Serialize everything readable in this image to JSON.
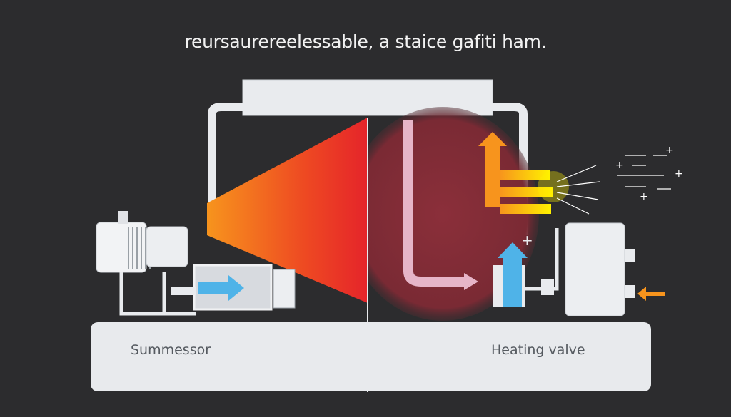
{
  "title": "reursaurereelessable, a staice gafiti ham.",
  "labels": {
    "left": "Summessor",
    "right": "Heating valve"
  },
  "colors": {
    "background": "#2c2c2e",
    "base": "#e8eaed",
    "heat_red": "#e5242a",
    "heat_orange": "#f7941d",
    "dark_red": "#8b2f3a",
    "cool_blue": "#4fb3e8",
    "pink_pipe": "#e6b5c8"
  }
}
